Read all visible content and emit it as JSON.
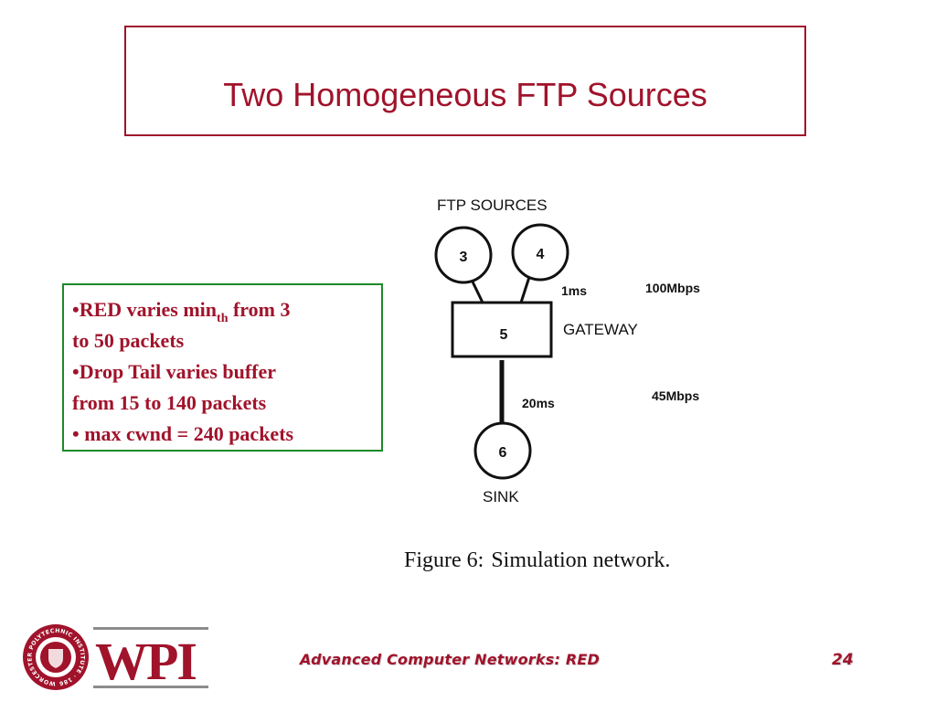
{
  "slide": {
    "title": "Two Homogeneous FTP Sources",
    "bullets": [
      {
        "prefix": "•RED varies min",
        "sub": "th",
        "suffix": " from 3"
      },
      {
        "text": "to 50 packets"
      },
      {
        "text": "•Drop Tail varies buffer"
      },
      {
        "text": "from  15 to 140 packets"
      },
      {
        "text": "• max cwnd = 240 packets"
      }
    ],
    "footer": "Advanced Computer Networks:  RED",
    "page_number": "24"
  },
  "diagram": {
    "sources_label": "FTP SOURCES",
    "nodes": {
      "n3": "3",
      "n4": "4",
      "n5": "5",
      "n6": "6"
    },
    "gateway_label": "GATEWAY",
    "sink_label": "SINK",
    "link_top_delay": "1ms",
    "link_top_bandwidth": "100Mbps",
    "link_bottom_delay": "20ms",
    "link_bottom_bandwidth": "45Mbps"
  },
  "figure": {
    "label": "Figure 6:",
    "text": "Simulation network."
  },
  "logo": {
    "text": "WPI",
    "seal_text": "WORCESTER POLYTECHNIC INSTITUTE · 1865",
    "colors": {
      "maroon": "#a0132b",
      "grey": "#8c8c8c"
    }
  },
  "colors": {
    "title": "#a0132b",
    "title_border": "#a0132b",
    "bullet_border": "#1c8a2a",
    "bullet_text": "#a0132b"
  }
}
